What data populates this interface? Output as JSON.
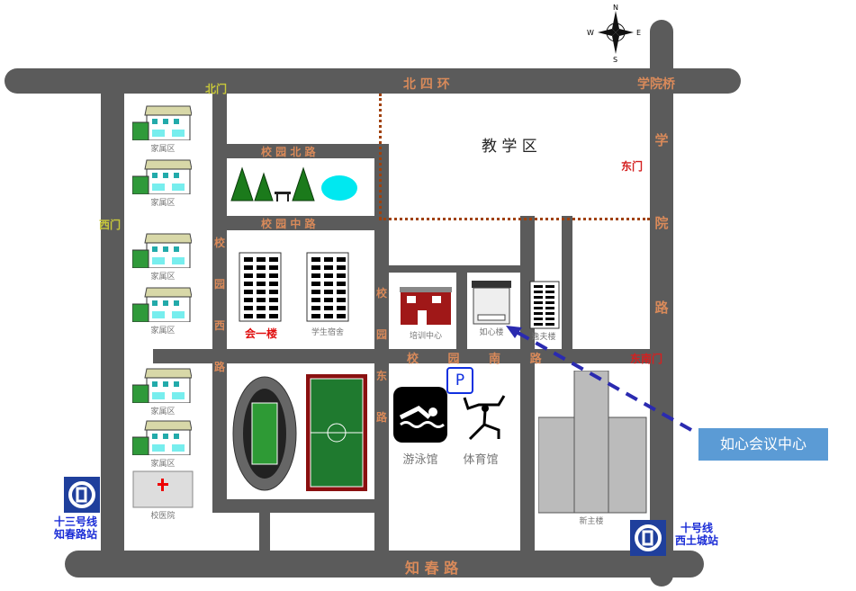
{
  "roads": {
    "north": "北 四 环",
    "south": "知 春 路",
    "east": [
      "学",
      "院",
      "路"
    ],
    "east_bridge": "学院桥",
    "campus_north": "校 园 北 路",
    "campus_middle": "校 园 中 路",
    "campus_south": "校 园 南 路",
    "campus_west": [
      "校",
      "园",
      "西",
      "路"
    ],
    "campus_east": [
      "校",
      "园",
      "东",
      "路"
    ]
  },
  "gates": {
    "north": "北门",
    "west": "西门",
    "east": "东门",
    "southeast": "东南门"
  },
  "zones": {
    "teaching": "教 学 区"
  },
  "buildings": {
    "family": "家属区",
    "hospital": "校医院",
    "hall1": "会一楼",
    "dorm": "学生宿舍",
    "training": "培训中心",
    "ruxin": "如心楼",
    "yifu": "逸夫楼",
    "main": "新主楼",
    "pool": "游泳馆",
    "gym": "体育馆",
    "parking": "P"
  },
  "metro": {
    "west": [
      "十三号线",
      "知春路站"
    ],
    "east": [
      "十号线",
      "西土城站"
    ]
  },
  "callout": "如心会议中心",
  "compass": {
    "n": "N",
    "s": "S",
    "e": "E",
    "w": "W"
  },
  "colors": {
    "road": "#5b5b5b",
    "callout": "#5b9bd5",
    "route": "#2a2ab0"
  }
}
